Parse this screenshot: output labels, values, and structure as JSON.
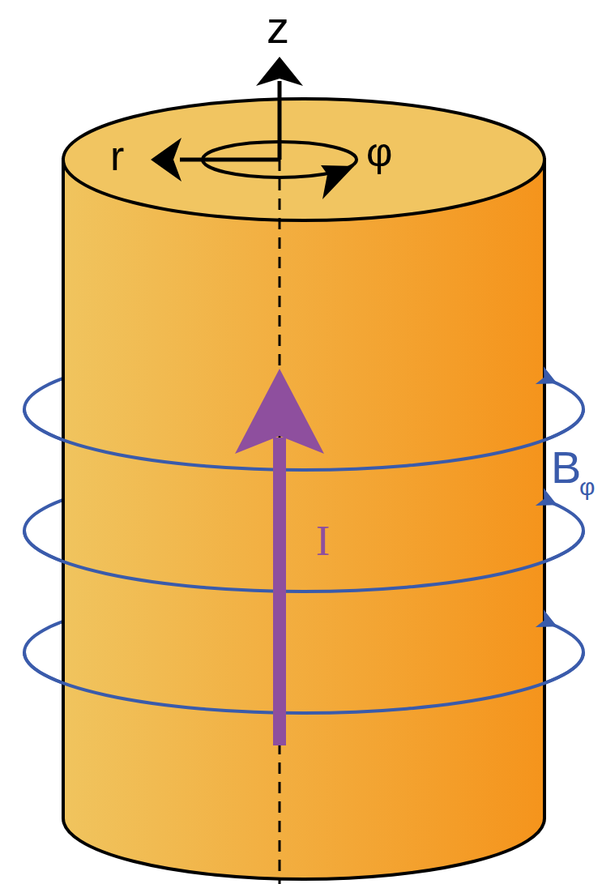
{
  "diagram": {
    "labels": [
      "z",
      "r",
      "φ",
      "I",
      "B",
      "φ"
    ]
  }
}
